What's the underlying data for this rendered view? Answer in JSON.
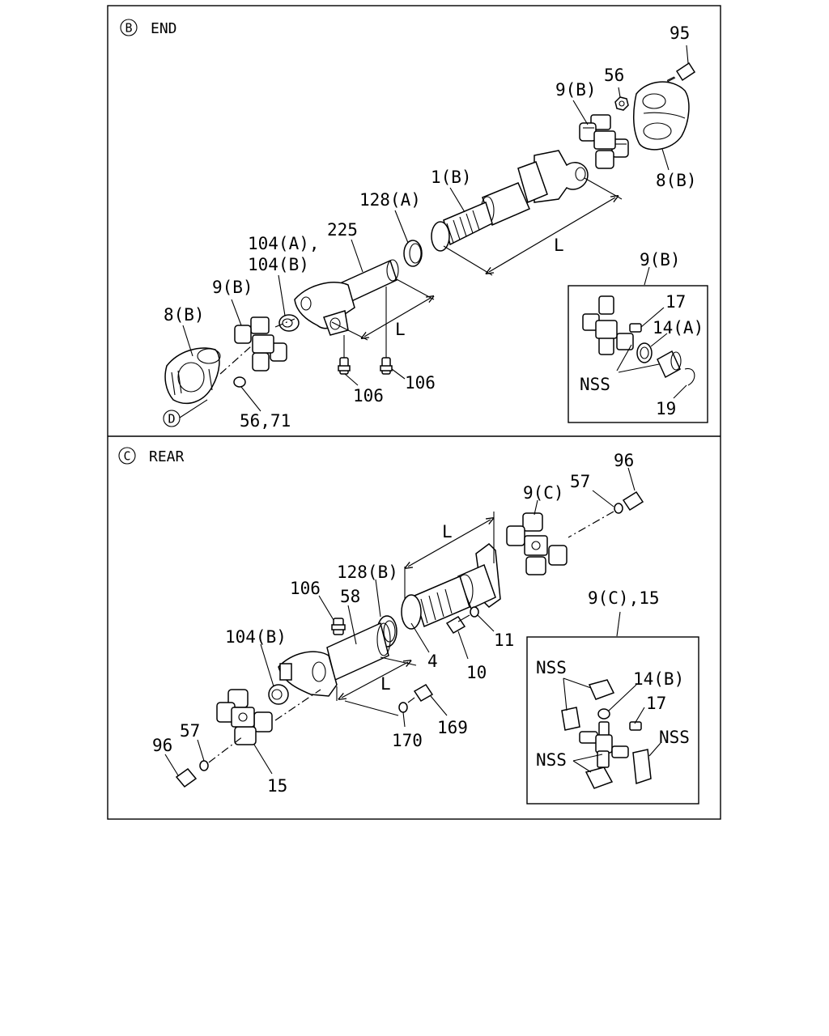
{
  "sections": {
    "end": {
      "marker": "B",
      "title": "END"
    },
    "rear": {
      "marker": "C",
      "title": "REAR"
    }
  },
  "labels": {
    "end": {
      "l95": "95",
      "l56": "56",
      "l9b_top": "9(B)",
      "l8b_right": "8(B)",
      "l1b": "1(B)",
      "l128a": "128(A)",
      "l225": "225",
      "l104ab": "104(A),",
      "l104b": "104(B)",
      "l9b_left": "9(B)",
      "l8b_left": "8(B)",
      "l_dim1": "L",
      "l_dim2": "L",
      "l106a": "106",
      "l106b": "106",
      "l5671": "56,71",
      "lD": "D"
    },
    "end_inset": {
      "l9b": "9(B)",
      "l17": "17",
      "l14a": "14(A)",
      "lnss": "NSS",
      "l19": "19"
    },
    "rear": {
      "l96_top": "96",
      "l57_top": "57",
      "l9c": "9(C)",
      "l_dim1": "L",
      "l128b": "128(B)",
      "l106": "106",
      "l58": "58",
      "l104b": "104(B)",
      "l4": "4",
      "l11": "11",
      "l10": "10",
      "l_dim2": "L",
      "l169": "169",
      "l170": "170",
      "l57_bot": "57",
      "l96_bot": "96",
      "l15": "15"
    },
    "rear_inset": {
      "l9c15": "9(C),15",
      "lnss1": "NSS",
      "l14b": "14(B)",
      "l17": "17",
      "lnss2": "NSS",
      "lnss3": "NSS"
    }
  }
}
